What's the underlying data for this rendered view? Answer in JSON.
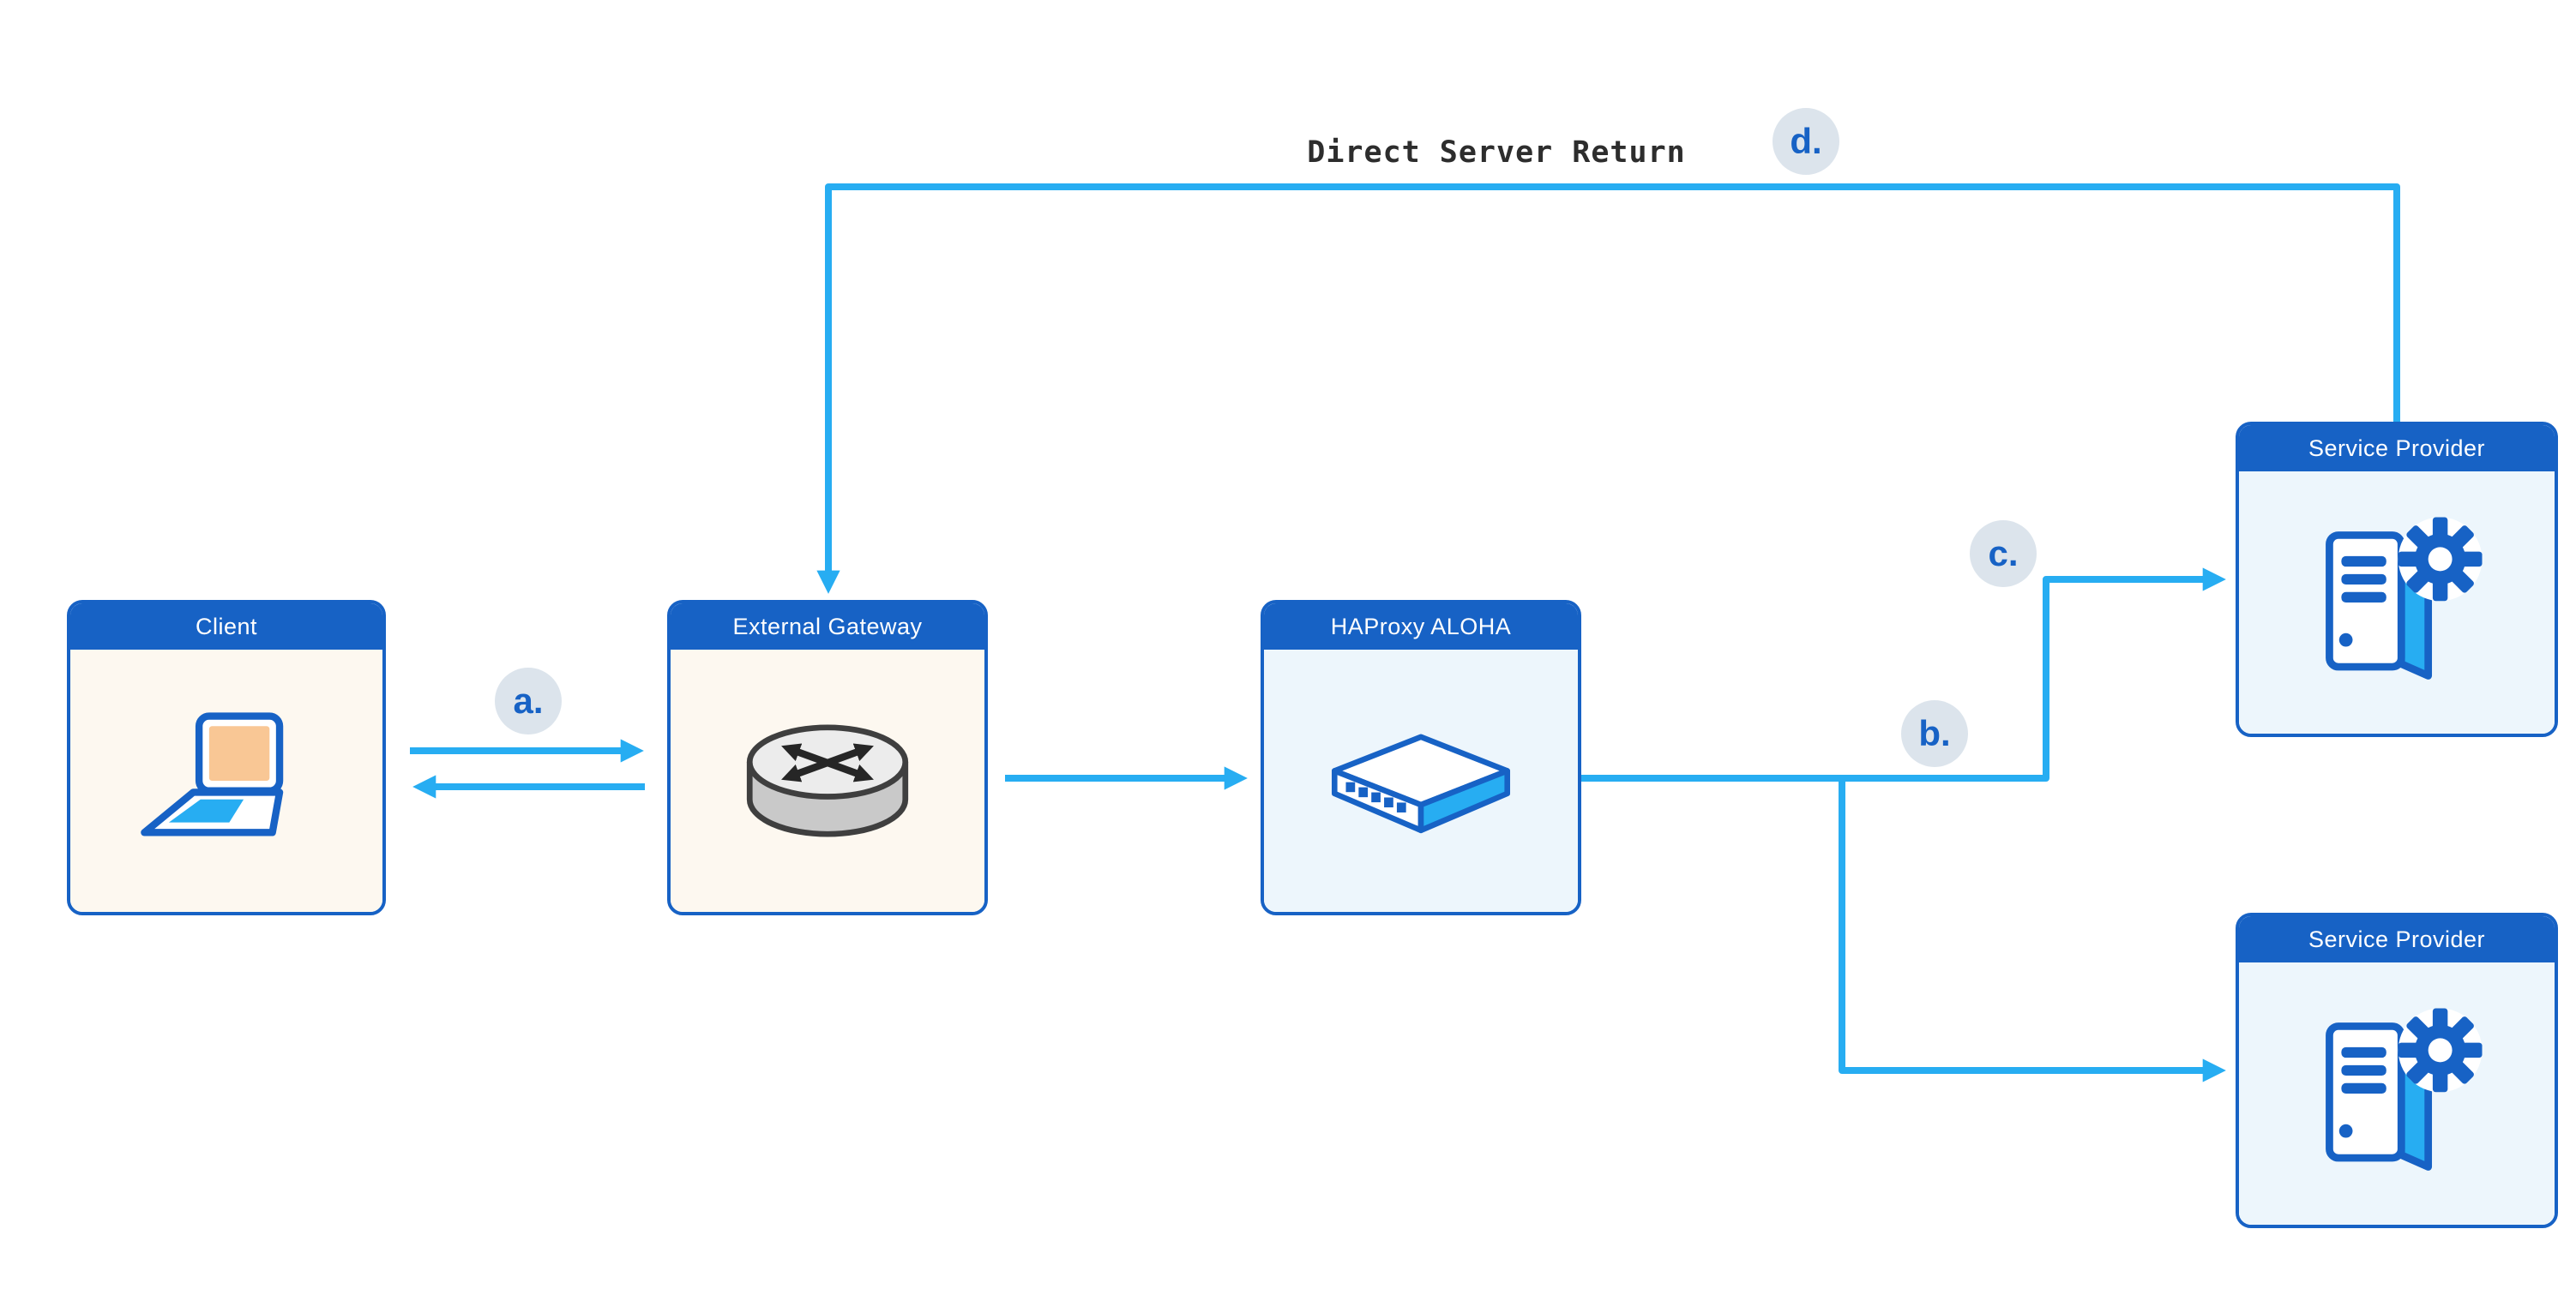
{
  "title": "Direct Server Return",
  "colors": {
    "node-blue": "#1762c5",
    "arrow": "#27adf2",
    "cream": "#fdf8f0",
    "light-blue": "#edf6fc",
    "badge-bg": "#dce4ec",
    "badge-text": "#1762c5",
    "screen-peach": "#f9c795",
    "router-gray": "#c9c9c9",
    "router-gray-light": "#ececec",
    "text-dark": "#2d2d2d"
  },
  "nodes": {
    "client": {
      "label": "Client"
    },
    "external_gateway": {
      "label": "External Gateway"
    },
    "haproxy": {
      "label": "HAProxy ALOHA"
    },
    "service_provider_top": {
      "label": "Service Provider"
    },
    "service_provider_bottom": {
      "label": "Service Provider"
    }
  },
  "badges": {
    "a": "a.",
    "b": "b.",
    "c": "c.",
    "d": "d."
  }
}
